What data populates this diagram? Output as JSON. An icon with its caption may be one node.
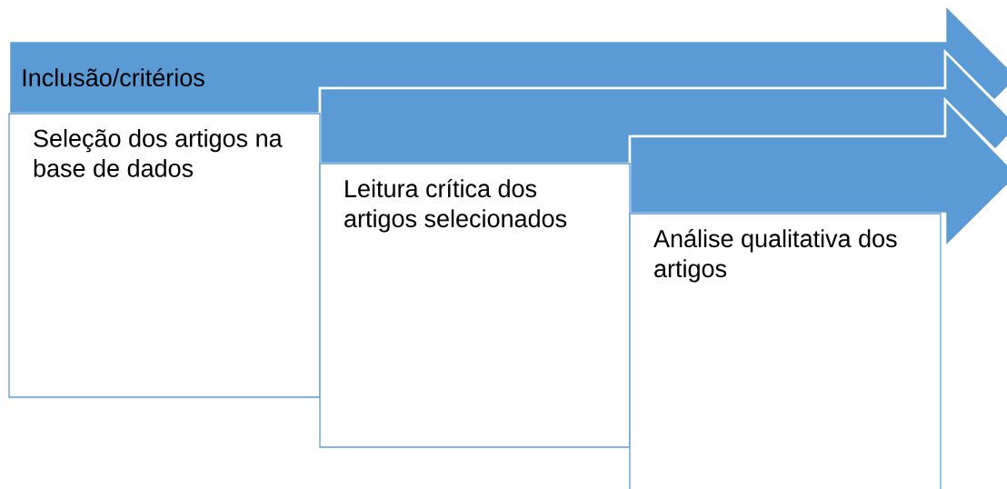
{
  "diagram": {
    "nodes": [
      {
        "text": [
          "Inclusão/critérios"
        ]
      },
      {
        "text": [
          "Seleção dos artigos na base de dados"
        ]
      },
      {
        "text": [],
        "shape": "arrow"
      },
      {
        "text": [
          "Leitura crítica dos artigos selecionados"
        ]
      },
      {
        "text": [],
        "shape": "arrow"
      },
      {
        "text": [
          "Análise qualitativa dos artigos"
        ]
      }
    ]
  }
}
